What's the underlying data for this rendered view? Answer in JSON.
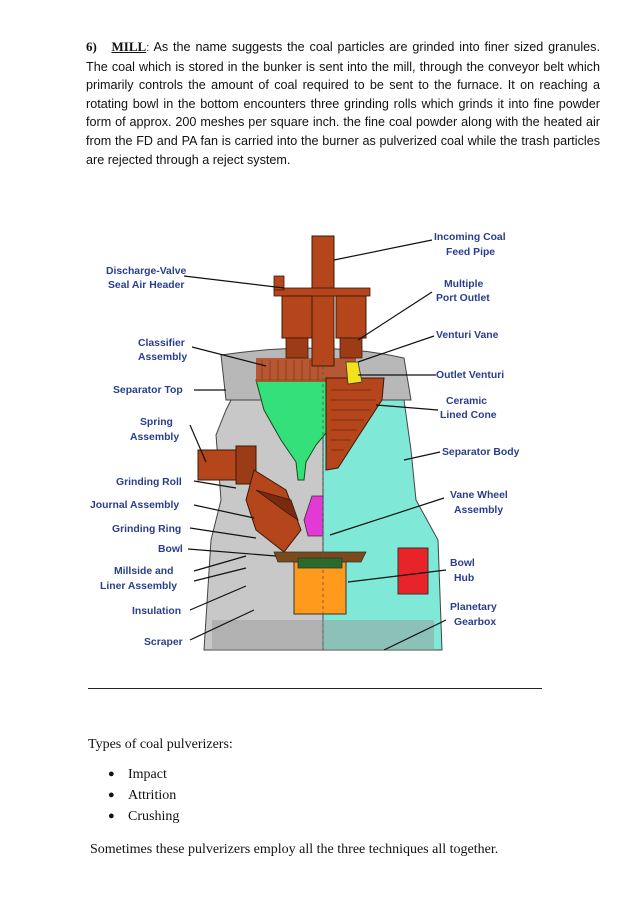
{
  "section": {
    "number": "6)",
    "term": "MILL",
    "colon": ":",
    "paragraph": "As the name suggests the coal particles are grinded into finer sized granules. The coal which is stored in the bunker is sent into the mill, through the conveyor belt which primarily controls the amount of coal required to be sent to the furnace. It on reaching a rotating bowl in the bottom encounters three grinding rolls which grinds it into fine powder form of approx. 200 meshes per square inch. the fine coal powder along with the heated air from the FD and PA fan is carried into the burner as pulverized coal while the trash particles are rejected through a reject system."
  },
  "diagram": {
    "labels": {
      "discharge_valve_1": "Discharge-Valve",
      "discharge_valve_2": "Seal Air Header",
      "classifier_1": "Classifier",
      "classifier_2": "Assembly",
      "separator_top": "Separator Top",
      "spring_1": "Spring",
      "spring_2": "Assembly",
      "grinding_roll": "Grinding Roll",
      "journal_assembly": "Journal Assembly",
      "grinding_ring": "Grinding Ring",
      "bowl": "Bowl",
      "millside_1": "Millside and",
      "millside_2": "Liner  Assembly",
      "insulation": "Insulation",
      "scraper": "Scraper",
      "incoming_coal_1": "Incoming Coal",
      "incoming_coal_2": "Feed Pipe",
      "multiple_port_1": "Multiple",
      "multiple_port_2": "Port Outlet",
      "venturi_vane": "Venturi Vane",
      "outlet_venturi": "Outlet Venturi",
      "ceramic_1": "Ceramic",
      "ceramic_2": "Lined Cone",
      "separator_body": "Separator Body",
      "vane_wheel_1": "Vane Wheel",
      "vane_wheel_2": "Assembly",
      "bowl_hub_1": "Bowl",
      "bowl_hub_2": "Hub",
      "planetary_1": "Planetary",
      "planetary_2": "Gearbox"
    }
  },
  "types": {
    "title": "Types of coal pulverizers:",
    "items": [
      "Impact",
      "Attrition",
      "Crushing"
    ],
    "bullet": "●"
  },
  "closing": "Sometimes these pulverizers employ all the three techniques all together.",
  "colors": {
    "label_text": "#2a3e8c",
    "body_gray": "#c8c8c8",
    "body_cyan": "#7fe8d6",
    "cone_green": "#33e07a",
    "brick_brown": "#b5461c",
    "gear_orange": "#ff9a1c",
    "hub_red": "#e8242a",
    "roll_magenta": "#e33ad6",
    "venturi_yellow": "#f2e21c"
  }
}
